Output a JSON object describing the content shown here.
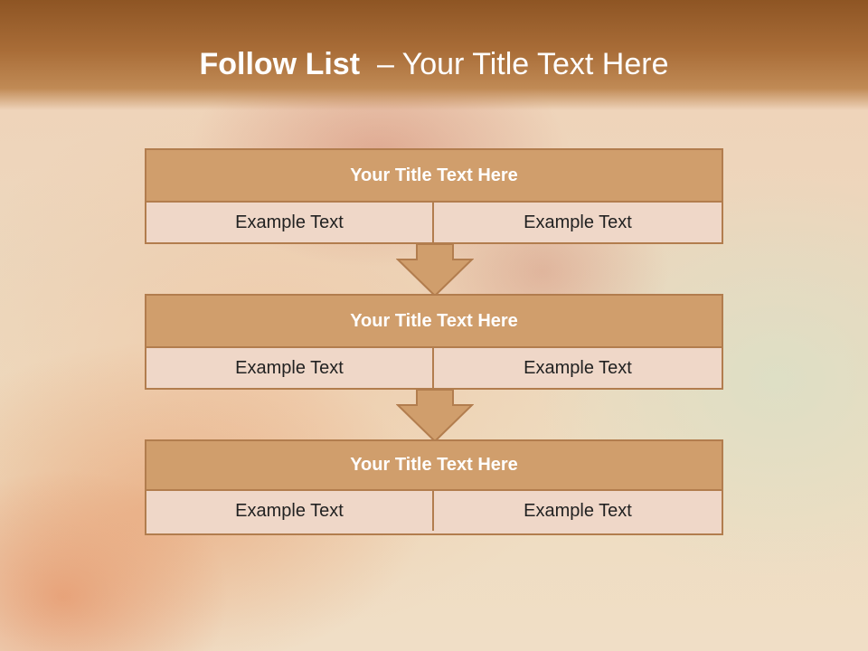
{
  "slide": {
    "title_bold": "Follow List",
    "title_rest": "– Your Title Text Here"
  },
  "steps": [
    {
      "title": "Your Title Text Here",
      "left": "Example Text",
      "right": "Example Text"
    },
    {
      "title": "Your Title Text Here",
      "left": "Example Text",
      "right": "Example Text"
    },
    {
      "title": "Your Title Text Here",
      "left": "Example Text",
      "right": "Example Text"
    }
  ],
  "colors": {
    "header": "#a86c37",
    "box_head": "#d09e6c",
    "box_body": "#efd7c8",
    "border": "#b27d4e"
  },
  "icons": [
    "down-arrow-icon"
  ]
}
